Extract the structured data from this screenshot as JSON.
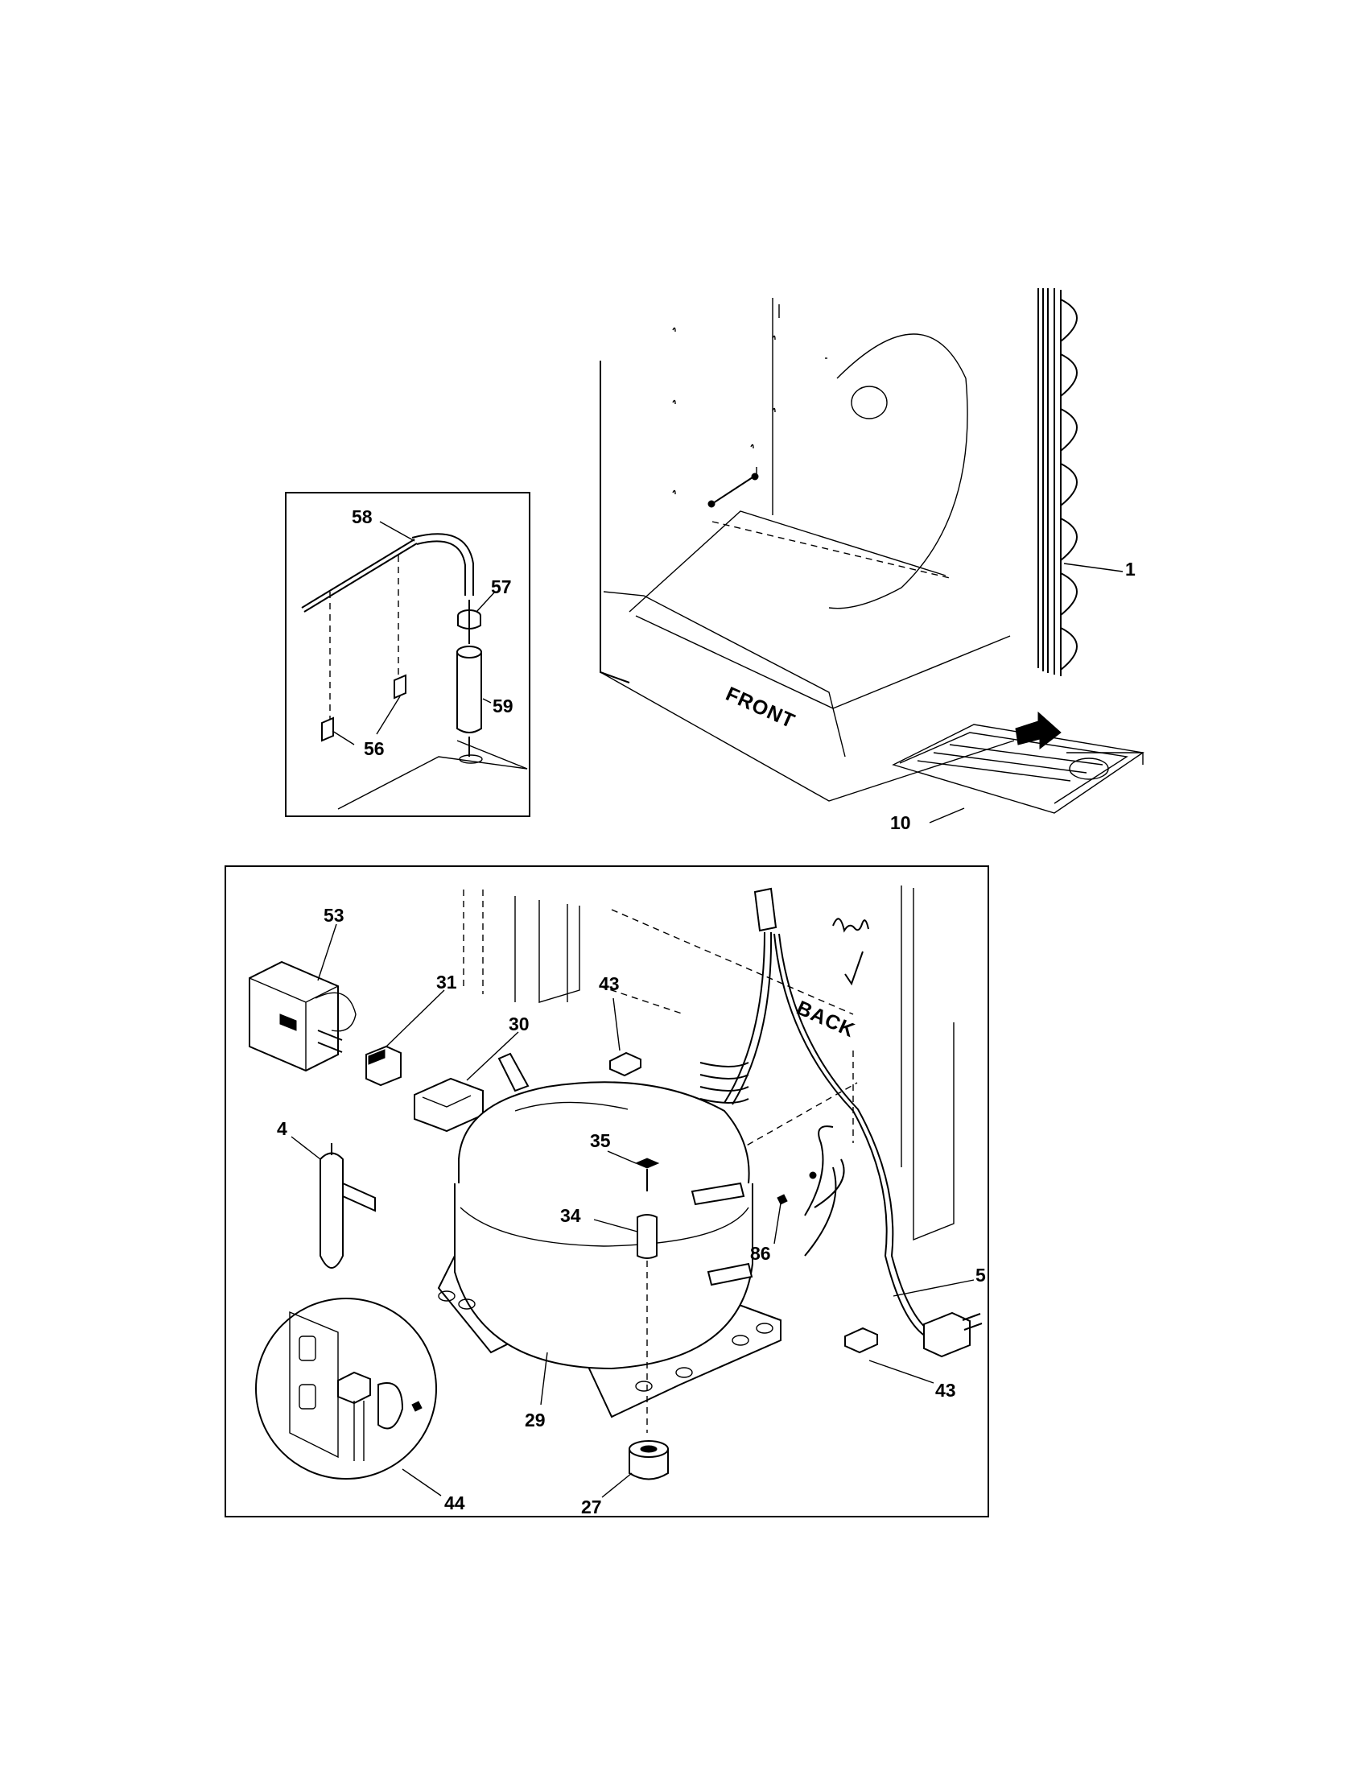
{
  "part_labels": {
    "p1": "1",
    "p10": "10",
    "p58": "58",
    "p57": "57",
    "p59": "59",
    "p56": "56",
    "p53": "53",
    "p31": "31",
    "p30": "30",
    "p43a": "43",
    "p43b": "43",
    "p4": "4",
    "p35": "35",
    "p34": "34",
    "p86": "86",
    "p5": "5",
    "p29": "29",
    "p27": "27",
    "p44": "44"
  },
  "stamps": {
    "front": "FRONT",
    "back": "BACK"
  }
}
